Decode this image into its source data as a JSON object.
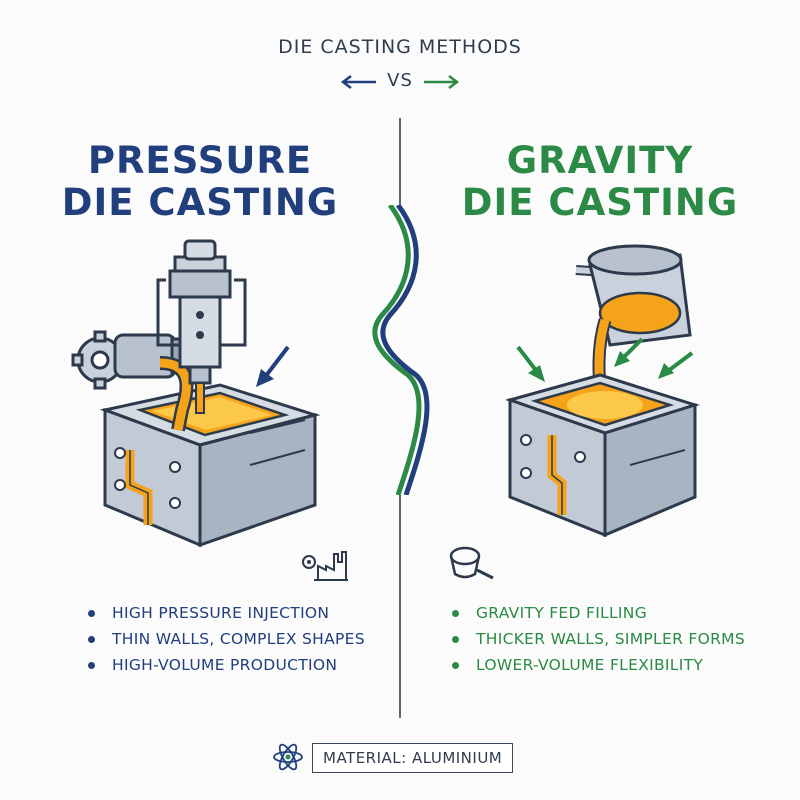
{
  "header": {
    "title": "DIE CASTING METHODS",
    "vs": "VS"
  },
  "left": {
    "heading_line1": "PRESSURE",
    "heading_line2": "DIE CASTING",
    "accent_color": "#213f7d",
    "features": [
      "HIGH PRESSURE INJECTION",
      "THIN WALLS, COMPLEX SHAPES",
      "HIGH-VOLUME PRODUCTION"
    ],
    "icons": [
      "gear-icon",
      "factory-icon",
      "injection-machine-icon",
      "die-block-icon"
    ]
  },
  "right": {
    "heading_line1": "GRAVITY",
    "heading_line2": "DIE CASTING",
    "accent_color": "#2b8a45",
    "features": [
      "GRAVITY FED FILLING",
      "THICKER WALLS, SIMPLER FORMS",
      "LOWER-VOLUME FLEXIBILITY"
    ],
    "icons": [
      "ladle-icon",
      "small-ladle-icon",
      "die-block-icon"
    ]
  },
  "footer": {
    "material_label": "MATERIAL: ALUMINIUM",
    "icon": "atom-icon"
  },
  "colors": {
    "molten_metal": "#f5a31a",
    "steel": "#c9d1dc",
    "outline": "#2d3a4b"
  }
}
